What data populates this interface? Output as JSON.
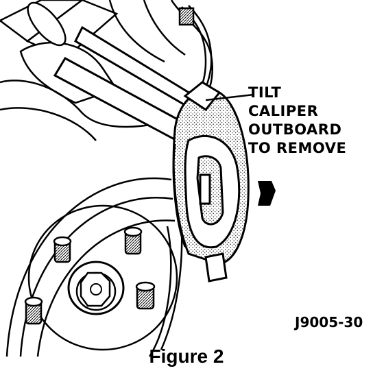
{
  "callout": {
    "lines": [
      "TILT",
      "CALIPER",
      "OUTBOARD",
      "TO REMOVE"
    ]
  },
  "figure_id": "J9005-30",
  "caption": "Figure 2",
  "colors": {
    "ink": "#000000",
    "paper": "#ffffff",
    "shade": "#e6e6e6"
  }
}
